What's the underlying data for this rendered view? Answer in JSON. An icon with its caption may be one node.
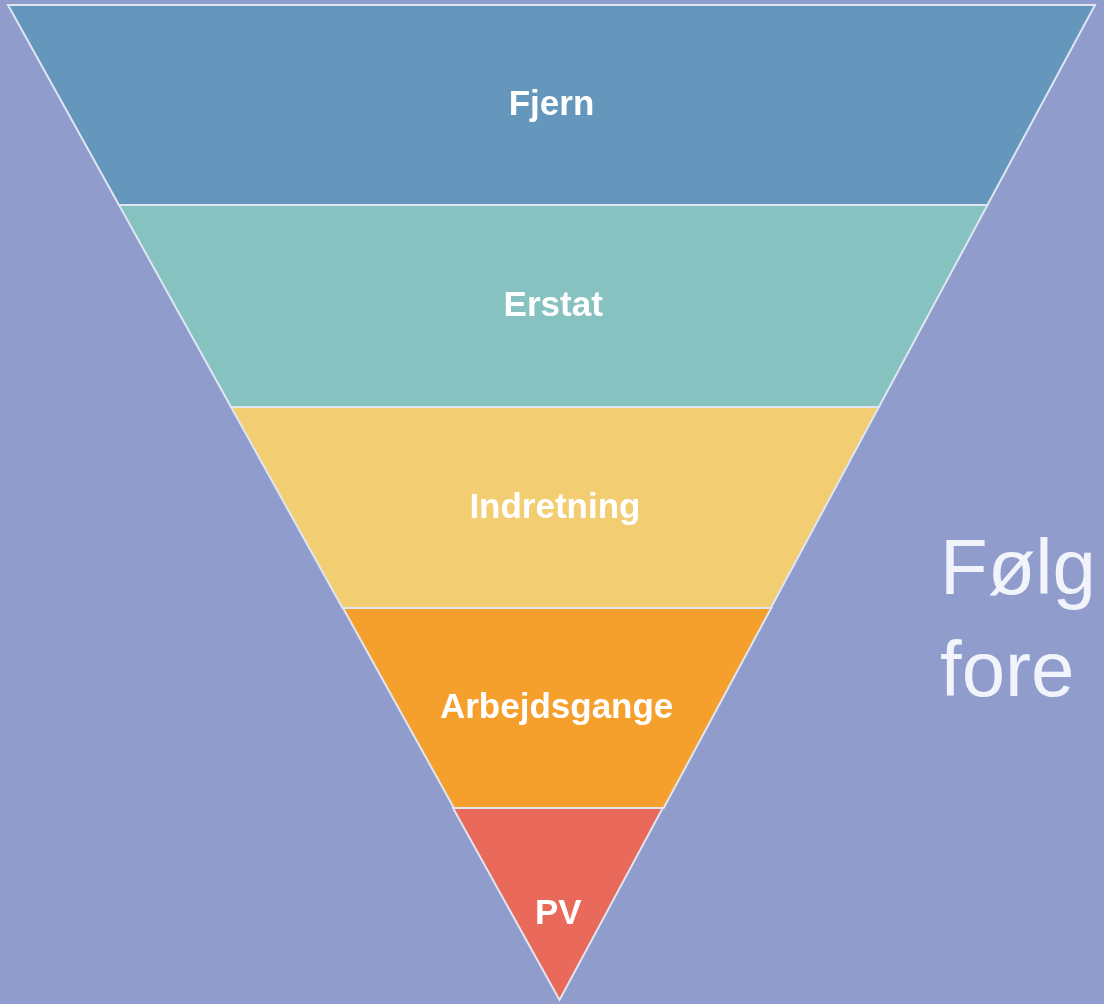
{
  "diagram": {
    "nodes": [
      {
        "text": [
          "Fjern"
        ]
      },
      {
        "text": [
          "Erstat"
        ]
      },
      {
        "text": [
          "Indretning"
        ]
      },
      {
        "text": [
          "Arbejdsgange"
        ]
      },
      {
        "text": [
          "PV"
        ]
      }
    ],
    "labels": [
      "Følg",
      "fore"
    ]
  }
}
